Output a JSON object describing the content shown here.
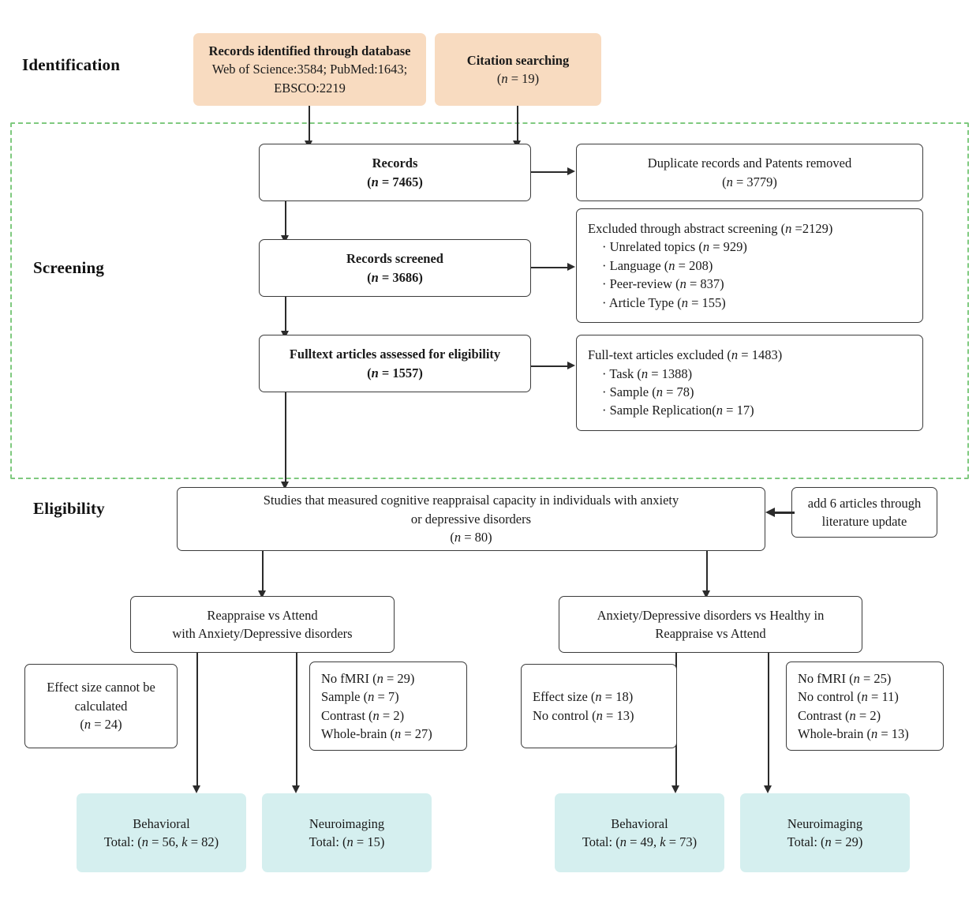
{
  "figure": {
    "type": "prisma-flow-diagram",
    "accent_orange": "#F8DBC0",
    "accent_teal": "#D5EFEF",
    "dashed_region_color": "#7FC97F",
    "line_color": "#2B2B2B"
  },
  "stages": {
    "identification": "Identification",
    "screening": "Screening",
    "eligibility": "Eligibility"
  },
  "identification": {
    "database": {
      "title": "Records identified through database",
      "line2": "Web of Science:3584;  PubMed:1643;",
      "line3": "EBSCO:2219"
    },
    "citation": {
      "title": "Citation searching",
      "count": "(n = 19)"
    }
  },
  "screening": {
    "records": {
      "title": "Records",
      "count": "(n = 7465)"
    },
    "duplicates_removed": {
      "title": "Duplicate records and Patents removed",
      "count": "(n = 3779)"
    },
    "records_screened": {
      "title": "Records screened",
      "count": "(n = 3686)"
    },
    "abstract_excluded": {
      "header": "Excluded through abstract screening (n =2129)",
      "items": [
        "·  Unrelated topics (n = 929)",
        "·  Language (n = 208)",
        "·  Peer-review (n = 837)",
        "·  Article Type (n = 155)"
      ]
    },
    "fulltext_assessed": {
      "title": "Fulltext articles assessed for eligibility",
      "count": "(n = 1557)"
    },
    "fulltext_excluded": {
      "header": "Full-text articles excluded (n = 1483)",
      "items": [
        "·  Task (n = 1388)",
        "·  Sample (n = 78)",
        "·  Sample Replication(n = 17)"
      ]
    }
  },
  "eligibility": {
    "included": {
      "line1": "Studies that measured cognitive reappraisal capacity in individuals  with anxiety",
      "line2": "or depressive disorders",
      "count": "(n = 80)"
    },
    "update": {
      "line1": "add 6 articles through",
      "line2": "literature update"
    }
  },
  "branches": {
    "left": {
      "title_line1": "Reappraise vs Attend",
      "title_line2": "with Anxiety/Depressive disorders",
      "exclusion_a": {
        "lines": [
          "Effect size cannot be",
          "calculated",
          "(n = 24)"
        ]
      },
      "exclusion_b": {
        "items": [
          "No fMRI (n = 29)",
          "Sample  (n = 7)",
          "Contrast    (n = 2)",
          "Whole-brain (n = 27)"
        ]
      },
      "outcome_behavioral": {
        "title": "Behavioral",
        "total": "Total: (n = 56, k = 82)"
      },
      "outcome_neuroimaging": {
        "title": "Neuroimaging",
        "total": "Total: (n = 15)"
      }
    },
    "right": {
      "title_line1": "Anxiety/Depressive disorders vs Healthy in",
      "title_line2": "Reappraise vs Attend",
      "exclusion_a": {
        "items": [
          "Effect size (n = 18)",
          "No control (n = 13)"
        ]
      },
      "exclusion_b": {
        "items": [
          "No fMRI (n = 25)",
          "No control (n = 11)",
          "Contrast    (n = 2)",
          "Whole-brain (n = 13)"
        ]
      },
      "outcome_behavioral": {
        "title": "Behavioral",
        "total": "Total: (n = 49, k = 73)"
      },
      "outcome_neuroimaging": {
        "title": "Neuroimaging",
        "total": "Total: (n = 29)"
      }
    }
  }
}
